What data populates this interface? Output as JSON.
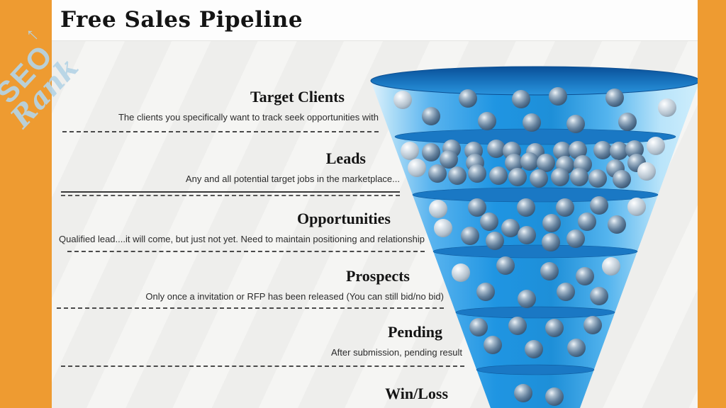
{
  "page": {
    "title": "Free Sales Pipeline"
  },
  "watermark": {
    "text_top": "SEO",
    "text_bottom": "Rank",
    "arrow": "↑"
  },
  "colors": {
    "border_orange": "#EE9B31",
    "funnel_blue": "#1E90DC",
    "funnel_dark_rim": "#0F5CA4",
    "ball_steel": "#63809C",
    "watermark_blue": "#B5D4E6",
    "background": "#F1F1EF"
  },
  "stages": [
    {
      "name": "Target Clients",
      "description": "The clients you specifically want to track seek opportunities with"
    },
    {
      "name": "Leads",
      "description": "Any and all potential target jobs in the marketplace..."
    },
    {
      "name": "Opportunities",
      "description": "Qualified lead....it will come, but just not yet. Need to maintain positioning and relationship"
    },
    {
      "name": "Prospects",
      "description": "Only once a invitation or RFP has been released (You can still bid/no bid)"
    },
    {
      "name": "Pending",
      "description": "After submission, pending result"
    },
    {
      "name": "Win/Loss",
      "description": ""
    }
  ],
  "funnel": {
    "ball_radius": 13,
    "sections": [
      {
        "stage": "Target Clients",
        "ball_count": 11,
        "balls": [
          [
            568,
            141,
            1
          ],
          [
            608,
            164,
            0
          ],
          [
            660,
            139,
            0
          ],
          [
            687,
            171,
            0
          ],
          [
            735,
            140,
            0
          ],
          [
            750,
            173,
            0
          ],
          [
            787,
            136,
            0
          ],
          [
            812,
            175,
            0
          ],
          [
            867,
            138,
            0
          ],
          [
            885,
            172,
            0
          ],
          [
            941,
            152,
            1
          ]
        ]
      },
      {
        "stage": "Leads",
        "ball_count": 34,
        "balls": [
          [
            578,
            213,
            1
          ],
          [
            608,
            215,
            0
          ],
          [
            637,
            210,
            0
          ],
          [
            668,
            213,
            0
          ],
          [
            700,
            210,
            0
          ],
          [
            722,
            213,
            0
          ],
          [
            755,
            215,
            0
          ],
          [
            793,
            213,
            0
          ],
          [
            815,
            212,
            0
          ],
          [
            850,
            212,
            0
          ],
          [
            873,
            213,
            0
          ],
          [
            895,
            211,
            0
          ],
          [
            925,
            206,
            1
          ],
          [
            588,
            237,
            1
          ],
          [
            633,
            225,
            0
          ],
          [
            670,
            230,
            0
          ],
          [
            725,
            230,
            0
          ],
          [
            747,
            228,
            0
          ],
          [
            770,
            230,
            0
          ],
          [
            797,
            233,
            0
          ],
          [
            822,
            232,
            0
          ],
          [
            868,
            238,
            0
          ],
          [
            898,
            230,
            0
          ],
          [
            912,
            242,
            1
          ],
          [
            617,
            245,
            0
          ],
          [
            645,
            248,
            0
          ],
          [
            673,
            245,
            0
          ],
          [
            703,
            248,
            0
          ],
          [
            730,
            250,
            0
          ],
          [
            760,
            252,
            0
          ],
          [
            790,
            250,
            0
          ],
          [
            817,
            250,
            0
          ],
          [
            843,
            252,
            0
          ],
          [
            877,
            253,
            0
          ]
        ]
      },
      {
        "stage": "Opportunities",
        "ball_count": 17,
        "balls": [
          [
            618,
            295,
            1
          ],
          [
            673,
            293,
            0
          ],
          [
            742,
            293,
            0
          ],
          [
            797,
            293,
            0
          ],
          [
            845,
            290,
            0
          ],
          [
            898,
            292,
            1
          ],
          [
            625,
            322,
            1
          ],
          [
            690,
            313,
            0
          ],
          [
            720,
            322,
            0
          ],
          [
            778,
            315,
            0
          ],
          [
            828,
            313,
            0
          ],
          [
            870,
            317,
            0
          ],
          [
            663,
            333,
            0
          ],
          [
            698,
            340,
            0
          ],
          [
            743,
            332,
            0
          ],
          [
            777,
            342,
            0
          ],
          [
            812,
            337,
            0
          ]
        ]
      },
      {
        "stage": "Prospects",
        "ball_count": 9,
        "balls": [
          [
            650,
            385,
            1
          ],
          [
            713,
            375,
            0
          ],
          [
            775,
            383,
            0
          ],
          [
            825,
            390,
            0
          ],
          [
            862,
            376,
            1
          ],
          [
            685,
            412,
            0
          ],
          [
            743,
            422,
            0
          ],
          [
            798,
            412,
            0
          ],
          [
            845,
            418,
            0
          ]
        ]
      },
      {
        "stage": "Pending",
        "ball_count": 7,
        "balls": [
          [
            675,
            462,
            0
          ],
          [
            730,
            460,
            0
          ],
          [
            782,
            463,
            0
          ],
          [
            836,
            459,
            0
          ],
          [
            695,
            487,
            0
          ],
          [
            753,
            493,
            0
          ],
          [
            813,
            491,
            0
          ]
        ]
      },
      {
        "stage": "Win/Loss",
        "ball_count": 2,
        "balls": [
          [
            738,
            555,
            0
          ],
          [
            782,
            560,
            0
          ]
        ]
      }
    ]
  }
}
